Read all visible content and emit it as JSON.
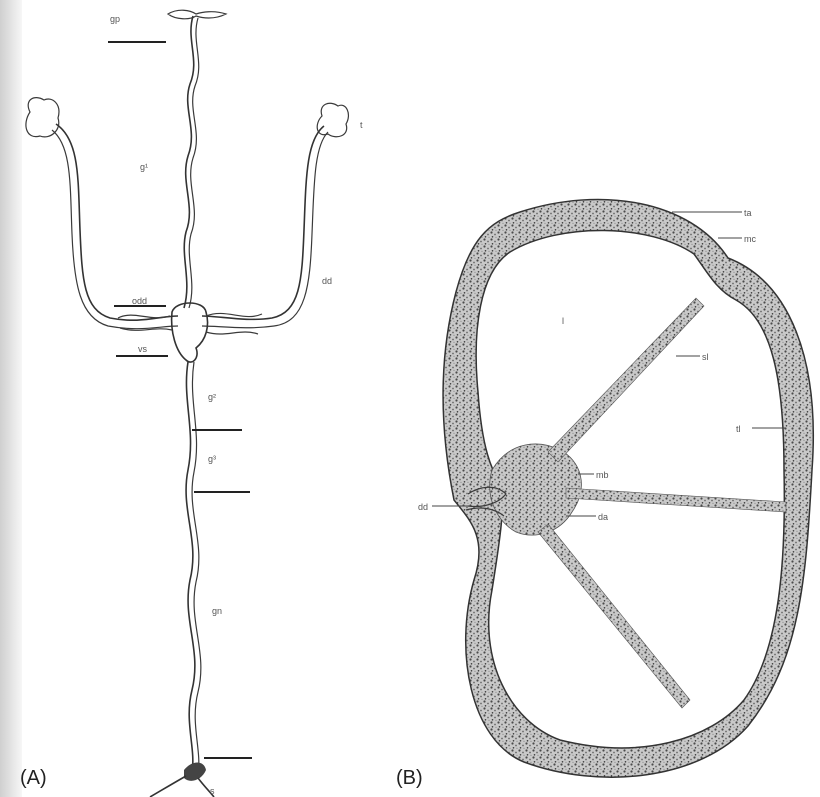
{
  "panels": {
    "a": "(A)",
    "b": "(B)"
  },
  "labels_a": {
    "gp": "gp",
    "g1": "g¹",
    "t": "t",
    "dd": "dd",
    "odd": "odd",
    "vs": "vs",
    "gs1": "g²",
    "gs2": "g³",
    "gn": "gn",
    "s": "s"
  },
  "labels_b": {
    "l": "l",
    "ta": "ta",
    "mc": "mc",
    "sl": "sl",
    "tl": "tl",
    "mb": "mb",
    "dd": "dd",
    "da": "da"
  },
  "colors": {
    "ink": "#333333",
    "stipple": "#555555",
    "background": "#ffffff"
  }
}
